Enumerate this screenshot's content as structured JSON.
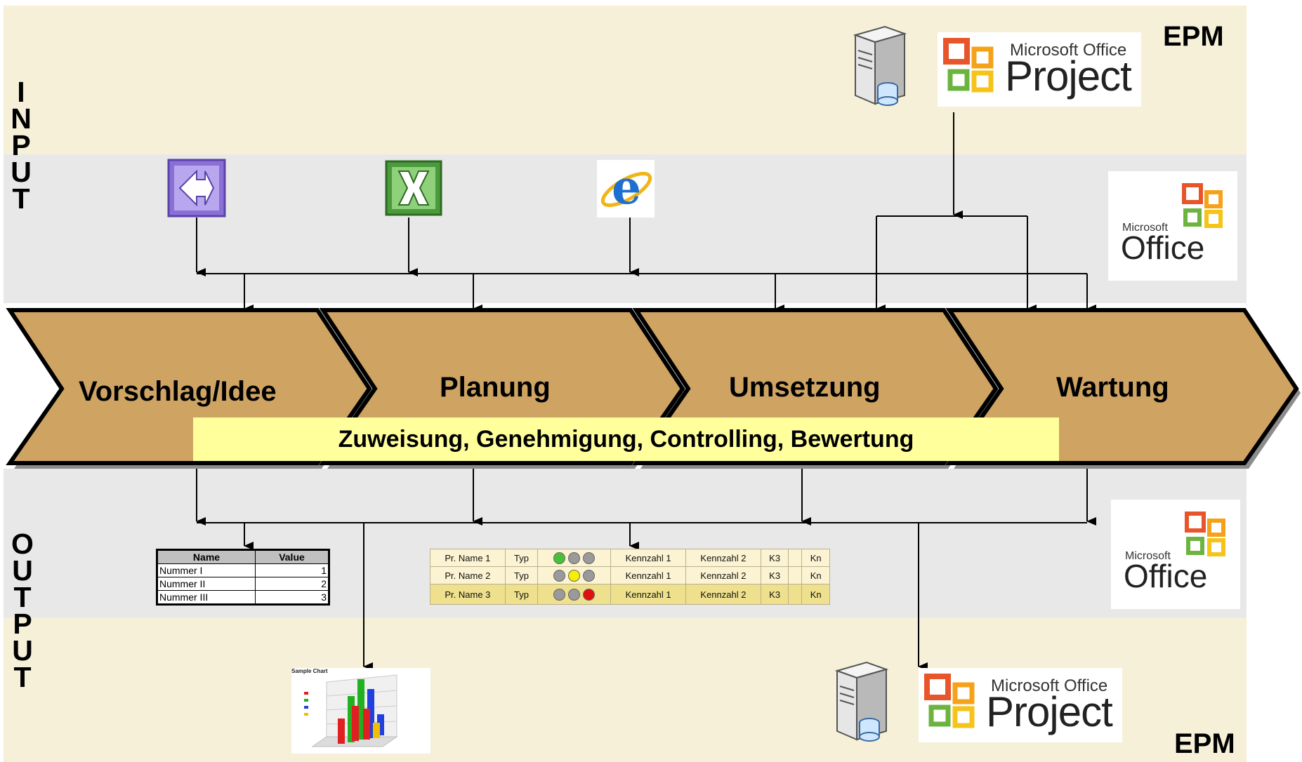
{
  "side_labels": {
    "input": [
      "I",
      "N",
      "P",
      "U",
      "T"
    ],
    "output": [
      "O",
      "U",
      "T",
      "P",
      "U",
      "T"
    ]
  },
  "epm": {
    "top": "EPM",
    "bottom": "EPM"
  },
  "logos": {
    "project_top": {
      "microsoft": "Microsoft Office",
      "product": "Project"
    },
    "project_bottom": {
      "microsoft": "Microsoft Office",
      "product": "Project"
    },
    "office_top": {
      "microsoft": "Microsoft",
      "product": "Office"
    },
    "office_bottom": {
      "microsoft": "Microsoft",
      "product": "Office"
    }
  },
  "phases": [
    "Vorschlag/Idee",
    "Planung",
    "Umsetzung",
    "Wartung"
  ],
  "cross_process": "Zuweisung, Genehmigung, Controlling, Bewertung",
  "output_table": {
    "headers": [
      "Name",
      "Value"
    ],
    "rows": [
      [
        "Nummer I",
        "1"
      ],
      [
        "Nummer II",
        "2"
      ],
      [
        "Nummer III",
        "3"
      ]
    ]
  },
  "project_table": {
    "rows": [
      {
        "name": "Pr. Name 1",
        "type": "Typ",
        "lights": [
          "green",
          "gray",
          "gray"
        ],
        "k1": "Kennzahl 1",
        "k2": "Kennzahl 2",
        "k3": "K3",
        "kn": "Kn"
      },
      {
        "name": "Pr. Name 2",
        "type": "Typ",
        "lights": [
          "gray",
          "yellow",
          "gray"
        ],
        "k1": "Kennzahl 1",
        "k2": "Kennzahl 2",
        "k3": "K3",
        "kn": "Kn"
      },
      {
        "name": "Pr. Name 3",
        "type": "Typ",
        "lights": [
          "gray",
          "gray",
          "red"
        ],
        "k1": "Kennzahl 1",
        "k2": "Kennzahl 2",
        "k3": "K3",
        "kn": "Kn"
      }
    ]
  },
  "sample_chart": {
    "title": "Sample Chart"
  },
  "colors": {
    "input_band_epm": "#f5f0d7",
    "input_band_gray": "#e8e8e8",
    "arrow_fill": "#cfa463",
    "yellow_bar": "#ffff9c",
    "green": "#49c03a",
    "yellow": "#f4f000",
    "red": "#e01010",
    "gray": "#9a9a9a"
  },
  "icons": [
    "infopath-icon",
    "excel-icon",
    "internet-explorer-icon",
    "server-icon",
    "chart-icon"
  ]
}
